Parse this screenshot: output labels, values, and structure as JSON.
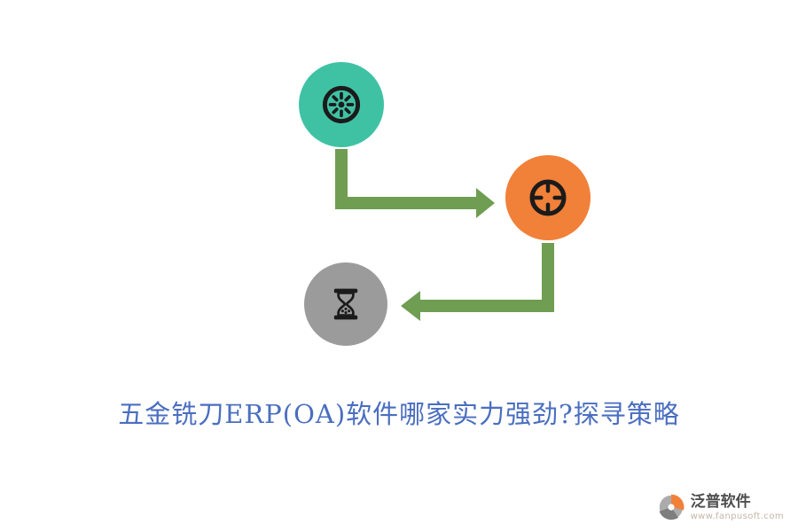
{
  "title": "五金铣刀ERP(OA)软件哪家实力强劲?探寻策略",
  "brand": {
    "name": "泛普软件",
    "url": "www.fanpusoft.com"
  },
  "icons": {
    "kiwi": "kiwi-slice-icon",
    "target": "target-dial-icon",
    "hourglass": "hourglass-icon",
    "logo": "pie-chart-logo-icon",
    "arrow_down_right": "arrow-down-right",
    "arrow_down_left": "arrow-down-left"
  },
  "colors": {
    "kiwi_bg": "#3fc2a4",
    "target_bg": "#f18039",
    "hourglass_bg": "#9b9b9b",
    "arrow": "#6f9d52",
    "title_color": "#4a6ec0",
    "brand_name_color": "#4e4e4e",
    "brand_url_color": "#c4b6a6"
  }
}
